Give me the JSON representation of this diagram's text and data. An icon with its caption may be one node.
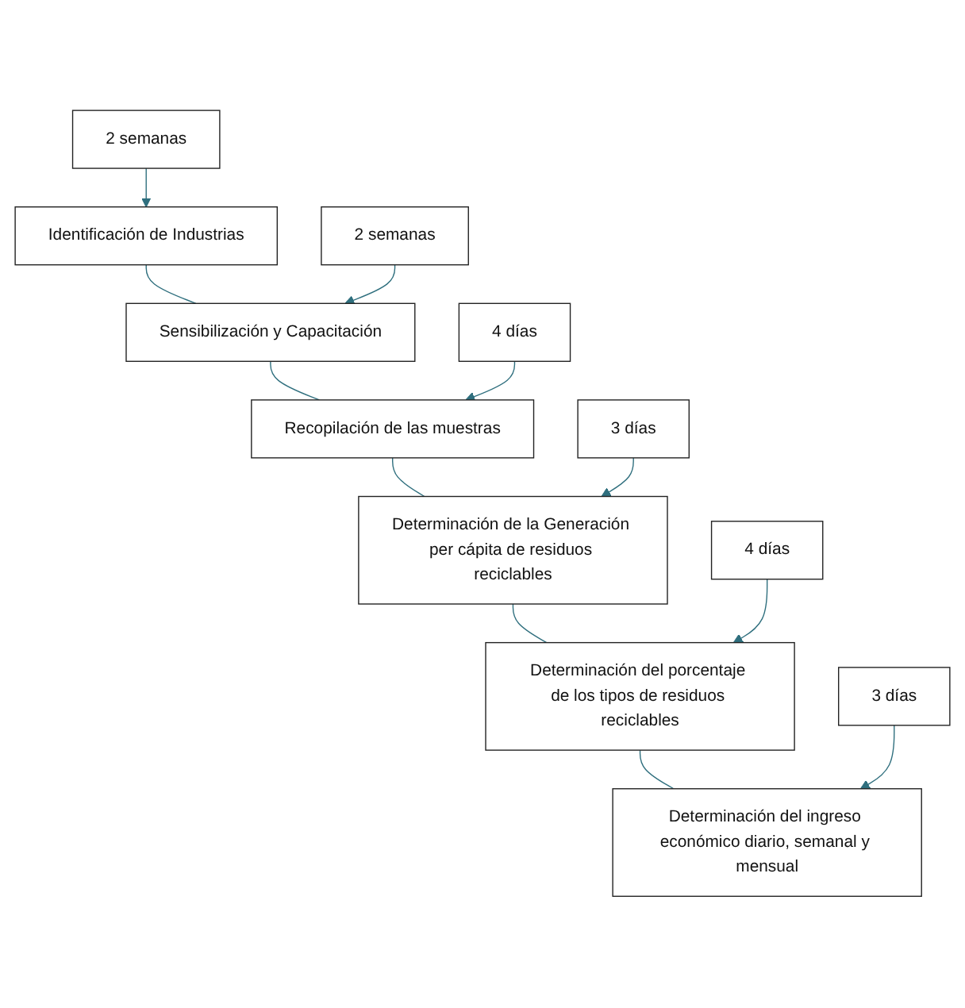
{
  "diagram": {
    "nodes": [
      {
        "text": [
          "Identificación de Industrias"
        ]
      },
      {
        "text": [
          "2 semanas"
        ]
      },
      {
        "text": [
          "Sensibilización y Capacitación"
        ]
      },
      {
        "text": [
          "2 semanas"
        ]
      },
      {
        "text": [
          "Recopilación de las muestras"
        ]
      },
      {
        "text": [
          "4 días"
        ]
      },
      {
        "text": [
          "Determinación de la Generación per cápita de residuos reciclables"
        ]
      },
      {
        "text": [
          "3 días"
        ]
      },
      {
        "text": [
          "Determinación del porcentaje de los tipos de residuos reciclables"
        ]
      },
      {
        "text": [
          "4 días"
        ]
      },
      {
        "text": [
          "Determinación del ingreso económico diario, semanal y mensual"
        ]
      },
      {
        "text": [
          "3 días"
        ]
      }
    ],
    "edges": [
      {
        "from": 1,
        "to": 0,
        "arrow": "to"
      },
      {
        "from": 0,
        "to": 2,
        "arrow": "none"
      },
      {
        "from": 3,
        "to": 2,
        "arrow": "to"
      },
      {
        "from": 2,
        "to": 4,
        "arrow": "none"
      },
      {
        "from": 5,
        "to": 4,
        "arrow": "to"
      },
      {
        "from": 4,
        "to": 6,
        "arrow": "none"
      },
      {
        "from": 7,
        "to": 6,
        "arrow": "to"
      },
      {
        "from": 6,
        "to": 8,
        "arrow": "none"
      },
      {
        "from": 9,
        "to": 8,
        "arrow": "to"
      },
      {
        "from": 8,
        "to": 10,
        "arrow": "none"
      },
      {
        "from": 11,
        "to": 10,
        "arrow": "to"
      }
    ]
  }
}
